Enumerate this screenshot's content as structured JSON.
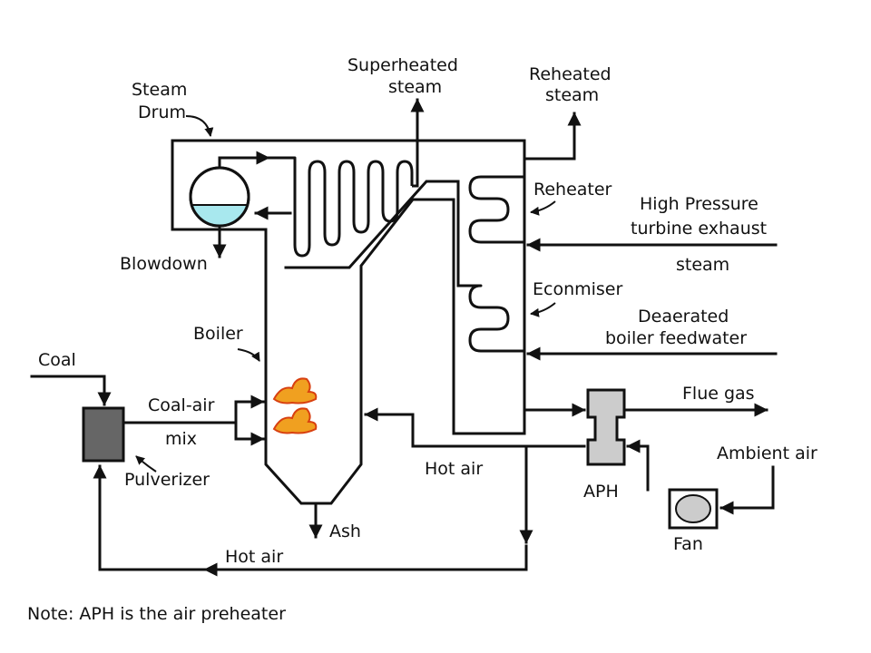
{
  "labels": {
    "steam_drum_1": "Steam",
    "steam_drum_2": "Drum",
    "superheated_1": "Superheated",
    "superheated_2": "steam",
    "reheated_1": "Reheated",
    "reheated_2": "steam",
    "reheater": "Reheater",
    "hp_exhaust_1": "High Pressure",
    "hp_exhaust_2": "turbine exhaust",
    "hp_exhaust_3": "steam",
    "blowdown": "Blowdown",
    "econmiser": "Econmiser",
    "deaerated_1": "Deaerated",
    "deaerated_2": "boiler feedwater",
    "boiler": "Boiler",
    "coal": "Coal",
    "coal_air_1": "Coal-air",
    "coal_air_2": "mix",
    "pulverizer": "Pulverizer",
    "flue_gas": "Flue gas",
    "ambient_air": "Ambient air",
    "hot_air_mid": "Hot air",
    "aph": "APH",
    "fan": "Fan",
    "ash": "Ash",
    "hot_air_bottom": "Hot air",
    "note": "Note:  APH is the air preheater"
  },
  "colors": {
    "line": "#111111",
    "drum_water": "#a8e8ee",
    "pulverizer_fill": "#666666",
    "aph_fill": "#cccccc",
    "fan_fill": "#cccccc",
    "flame_orange": "#f0a020",
    "flame_red": "#d84010"
  }
}
